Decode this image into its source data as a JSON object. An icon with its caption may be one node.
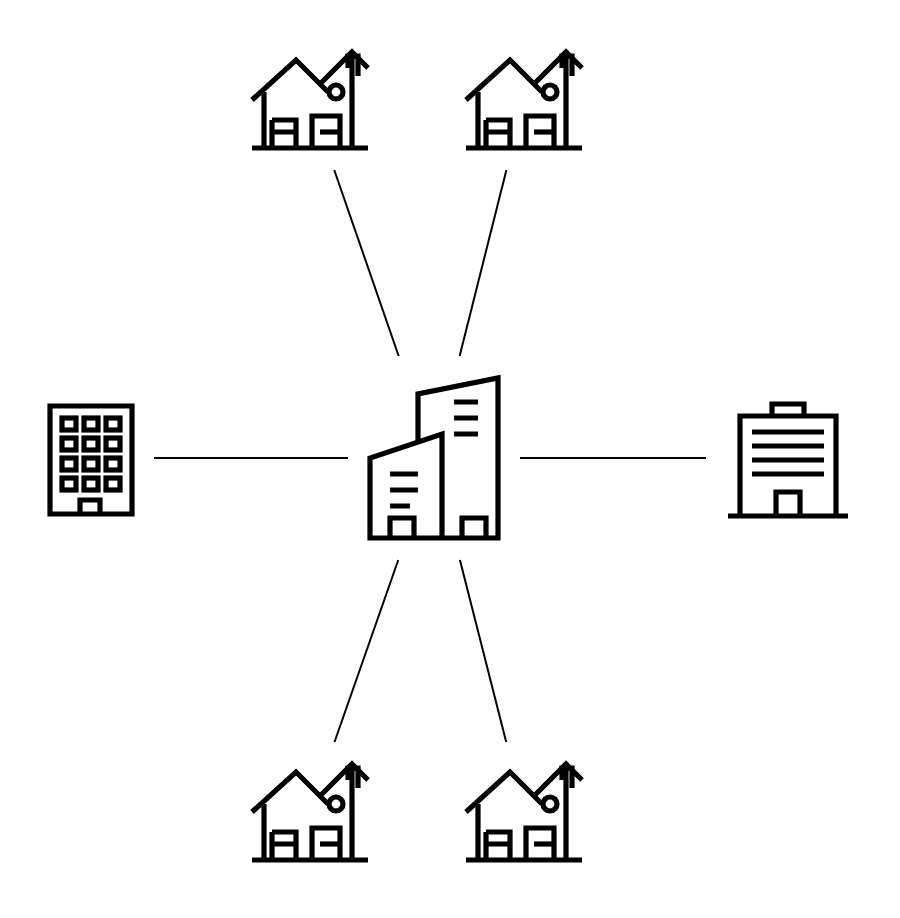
{
  "diagram": {
    "nodes": [
      {
        "text": [],
        "shape": "skyscraper"
      },
      {
        "text": [],
        "shape": "house"
      },
      {
        "text": [],
        "shape": "house"
      },
      {
        "text": [],
        "shape": "building"
      },
      {
        "text": [],
        "shape": "office"
      },
      {
        "text": [],
        "shape": "house"
      },
      {
        "text": [],
        "shape": "house"
      }
    ],
    "edges": [
      {
        "from": 0,
        "to": 1,
        "arrow": "none"
      },
      {
        "from": 0,
        "to": 2,
        "arrow": "none"
      },
      {
        "from": 0,
        "to": 3,
        "arrow": "none"
      },
      {
        "from": 0,
        "to": 4,
        "arrow": "none"
      },
      {
        "from": 0,
        "to": 5,
        "arrow": "none"
      },
      {
        "from": 0,
        "to": 6,
        "arrow": "none"
      }
    ]
  }
}
